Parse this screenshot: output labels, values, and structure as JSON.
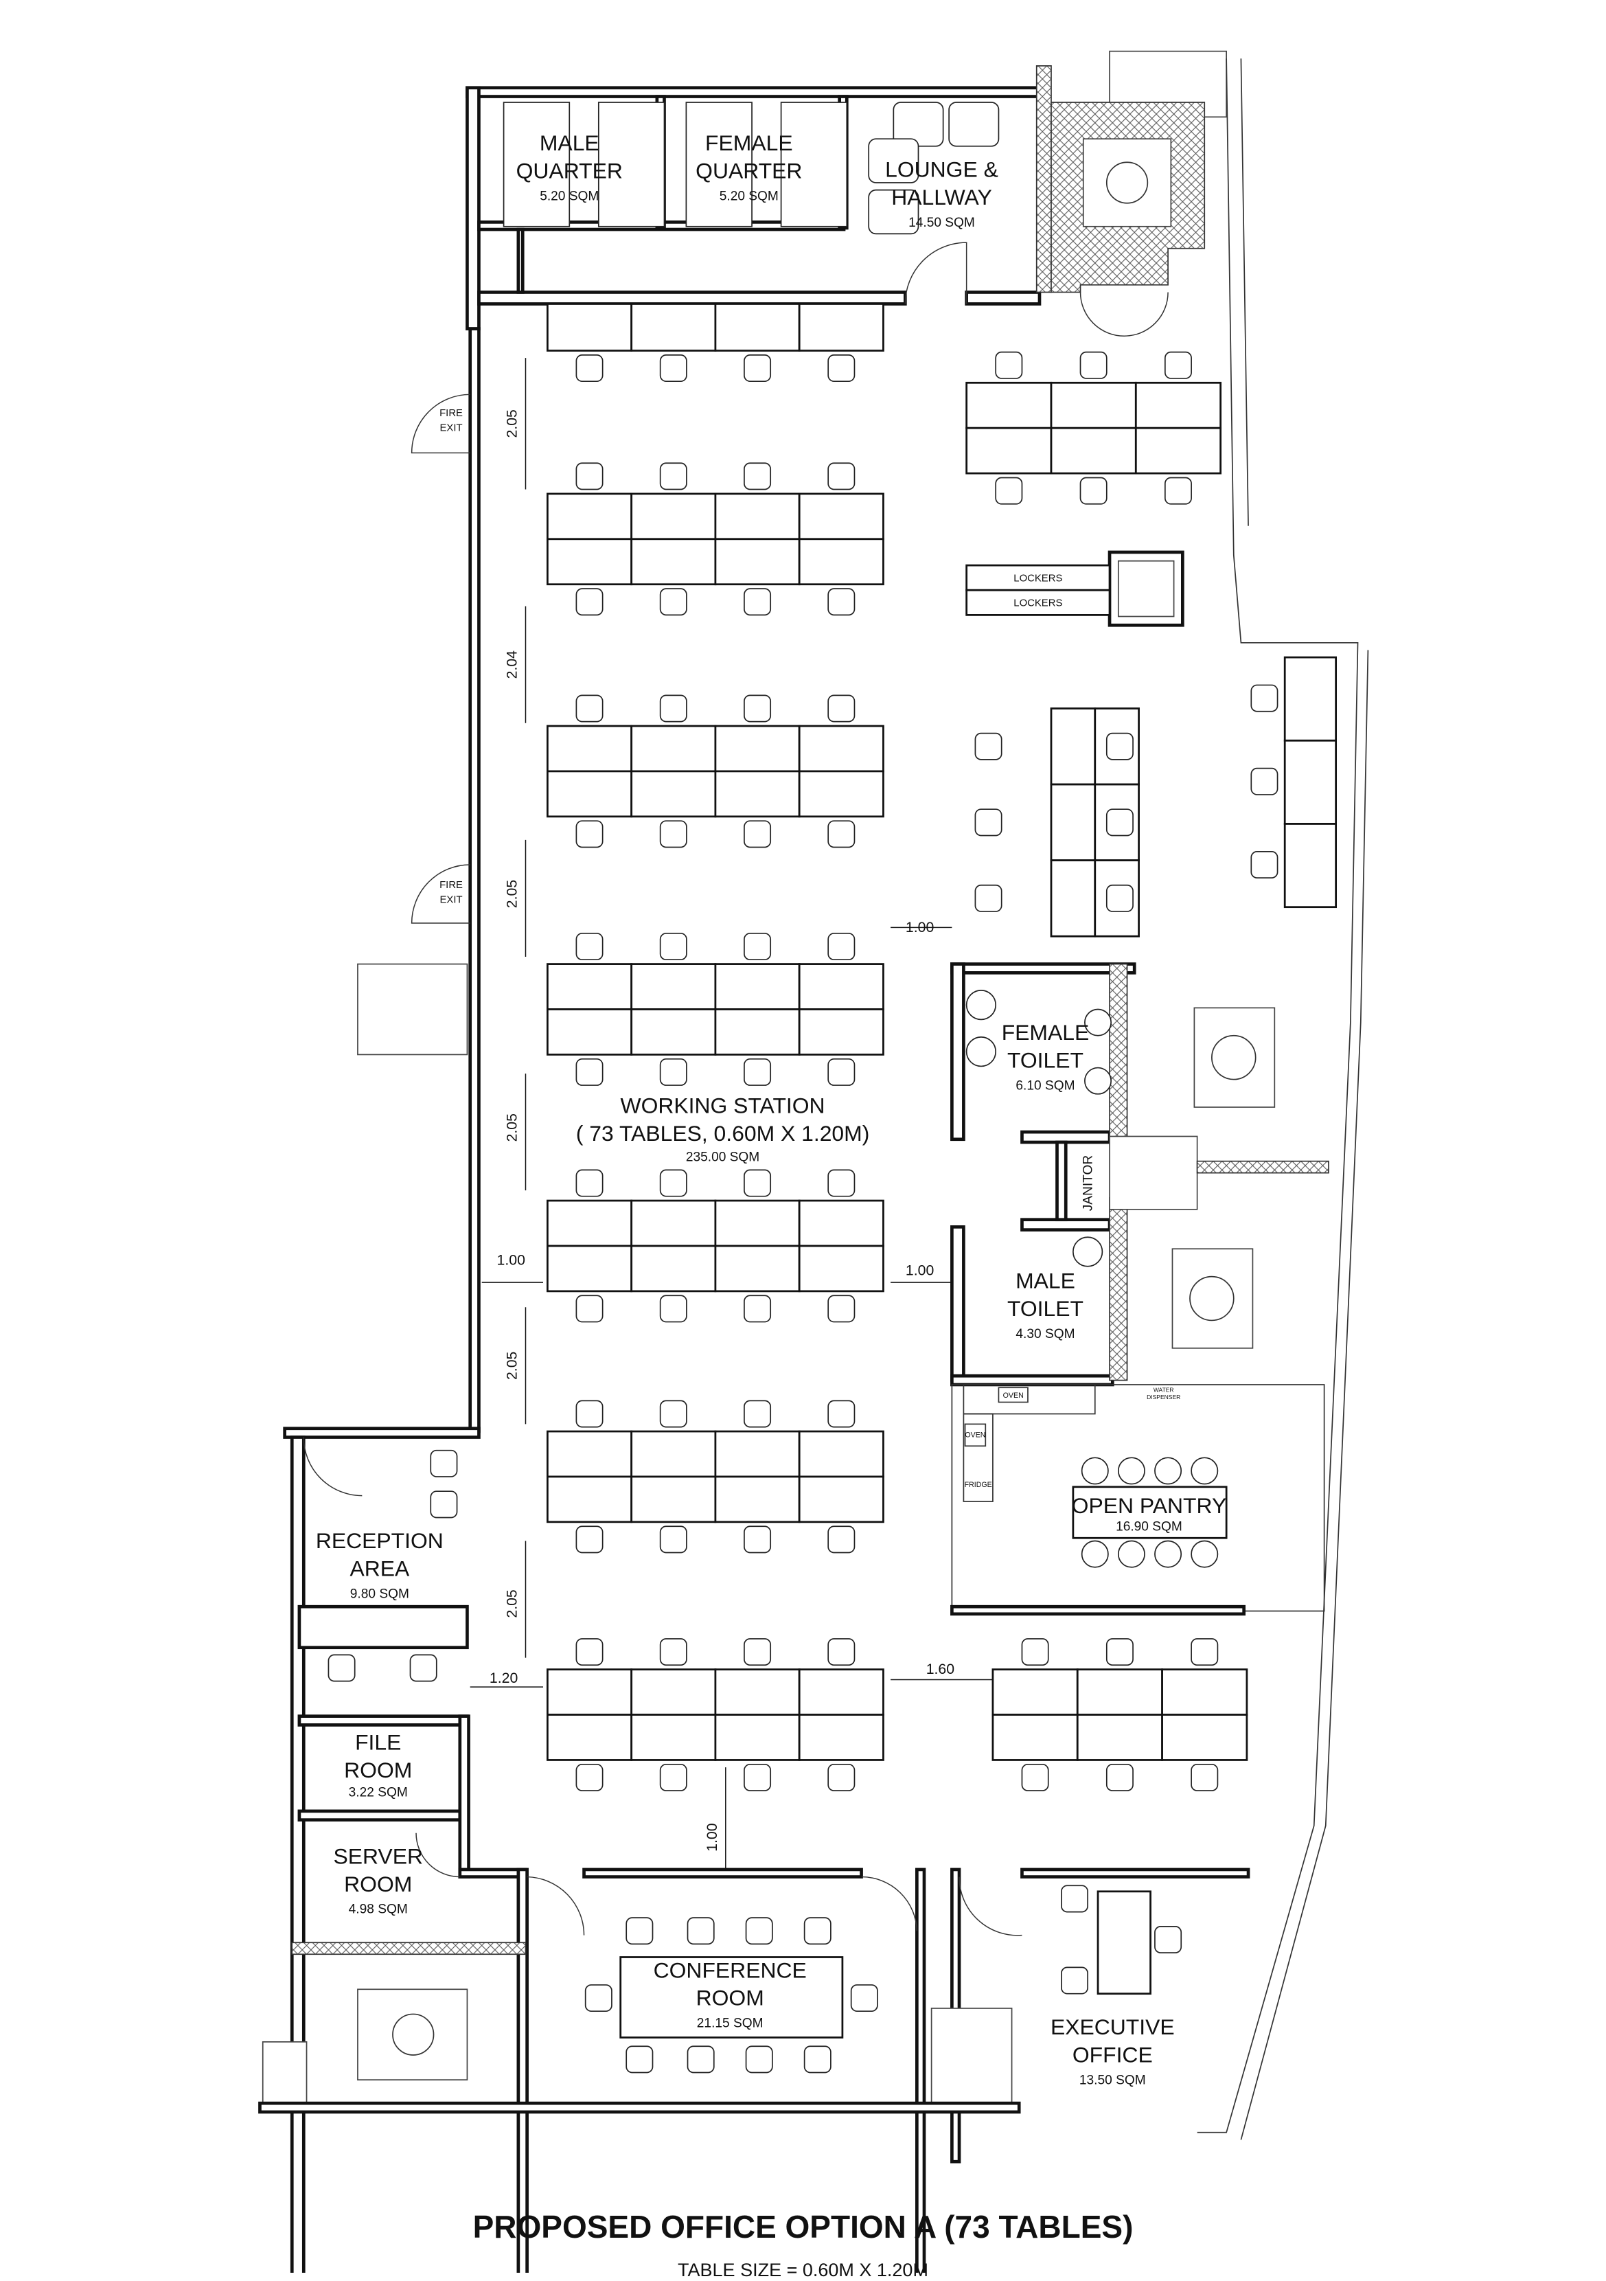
{
  "title": "PROPOSED OFFICE OPTION A (73 TABLES)",
  "subtitle": "TABLE SIZE = 0.60M X 1.20M",
  "rooms": {
    "male_quarter": {
      "name1": "MALE",
      "name2": "QUARTER",
      "area": "5.20 SQM"
    },
    "female_quarter": {
      "name1": "FEMALE",
      "name2": "QUARTER",
      "area": "5.20 SQM"
    },
    "lounge": {
      "name1": "LOUNGE &",
      "name2": "HALLWAY",
      "area": "14.50 SQM"
    },
    "working_station": {
      "name1": "WORKING STATION",
      "name2": "( 73 TABLES,  0.60M X 1.20M)",
      "area": "235.00 SQM"
    },
    "female_toilet": {
      "name1": "FEMALE",
      "name2": "TOILET",
      "area": "6.10 SQM"
    },
    "male_toilet": {
      "name1": "MALE",
      "name2": "TOILET",
      "area": "4.30 SQM"
    },
    "janitor": {
      "name1": "JANITOR"
    },
    "open_pantry": {
      "name1": "OPEN PANTRY",
      "area": "16.90 SQM"
    },
    "reception": {
      "name1": "RECEPTION",
      "name2": "AREA",
      "area": "9.80 SQM"
    },
    "file_room": {
      "name1": "FILE",
      "name2": "ROOM",
      "area": "3.22 SQM"
    },
    "server_room": {
      "name1": "SERVER",
      "name2": "ROOM",
      "area": "4.98 SQM"
    },
    "conference": {
      "name1": "CONFERENCE",
      "name2": "ROOM",
      "area": "21.15 SQM"
    },
    "executive": {
      "name1": "EXECUTIVE",
      "name2": "OFFICE",
      "area": "13.50 SQM"
    }
  },
  "labels": {
    "fire_exit_1": "FIRE",
    "fire_exit_2": "EXIT",
    "lockers": "LOCKERS",
    "oven": "OVEN",
    "fridge": "FRIDGE",
    "water_1": "WATER",
    "water_2": "DISPENSER"
  },
  "dimensions": {
    "d1": "2.05",
    "d2": "2.04",
    "d3": "2.05",
    "d4": "2.05",
    "d5": "2.05",
    "d6": "2.05",
    "left_gap": "1.00",
    "reception_gap": "1.20",
    "toilet_gap_1": "1.00",
    "toilet_gap_2": "1.00",
    "cluster_gap": "1.60",
    "bottom_gap": "1.00"
  }
}
